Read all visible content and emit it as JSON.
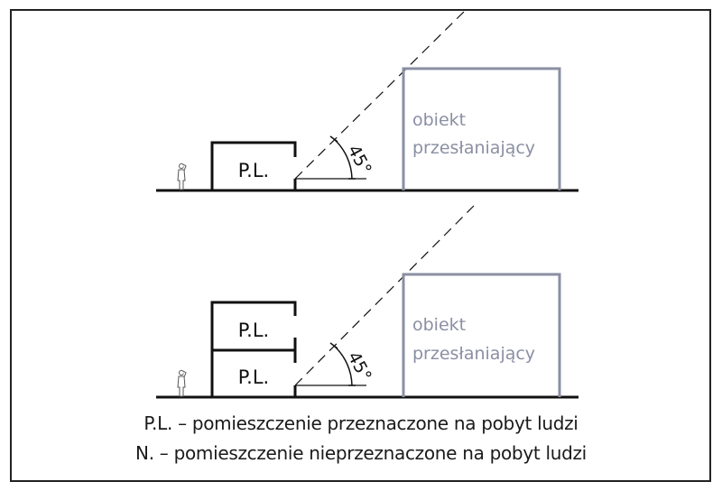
{
  "diagram": {
    "top_panel": {
      "room_labels": [
        "P.L."
      ],
      "angle_label": "45°",
      "obstacle_label_line1": "obiekt",
      "obstacle_label_line2": "przesłaniający"
    },
    "bottom_panel": {
      "room_labels": [
        "P.L.",
        "P.L."
      ],
      "angle_label": "45°",
      "obstacle_label_line1": "obiekt",
      "obstacle_label_line2": "przesłaniający"
    },
    "legend": {
      "line1": "P.L. – pomieszczenie przeznaczone na pobyt ludzi",
      "line2": "N. – pomieszczenie nieprzeznaczone na pobyt ludzi"
    },
    "colors": {
      "line": "#111111",
      "obstacle": "#8a8fa3",
      "frame": "#222222"
    }
  }
}
